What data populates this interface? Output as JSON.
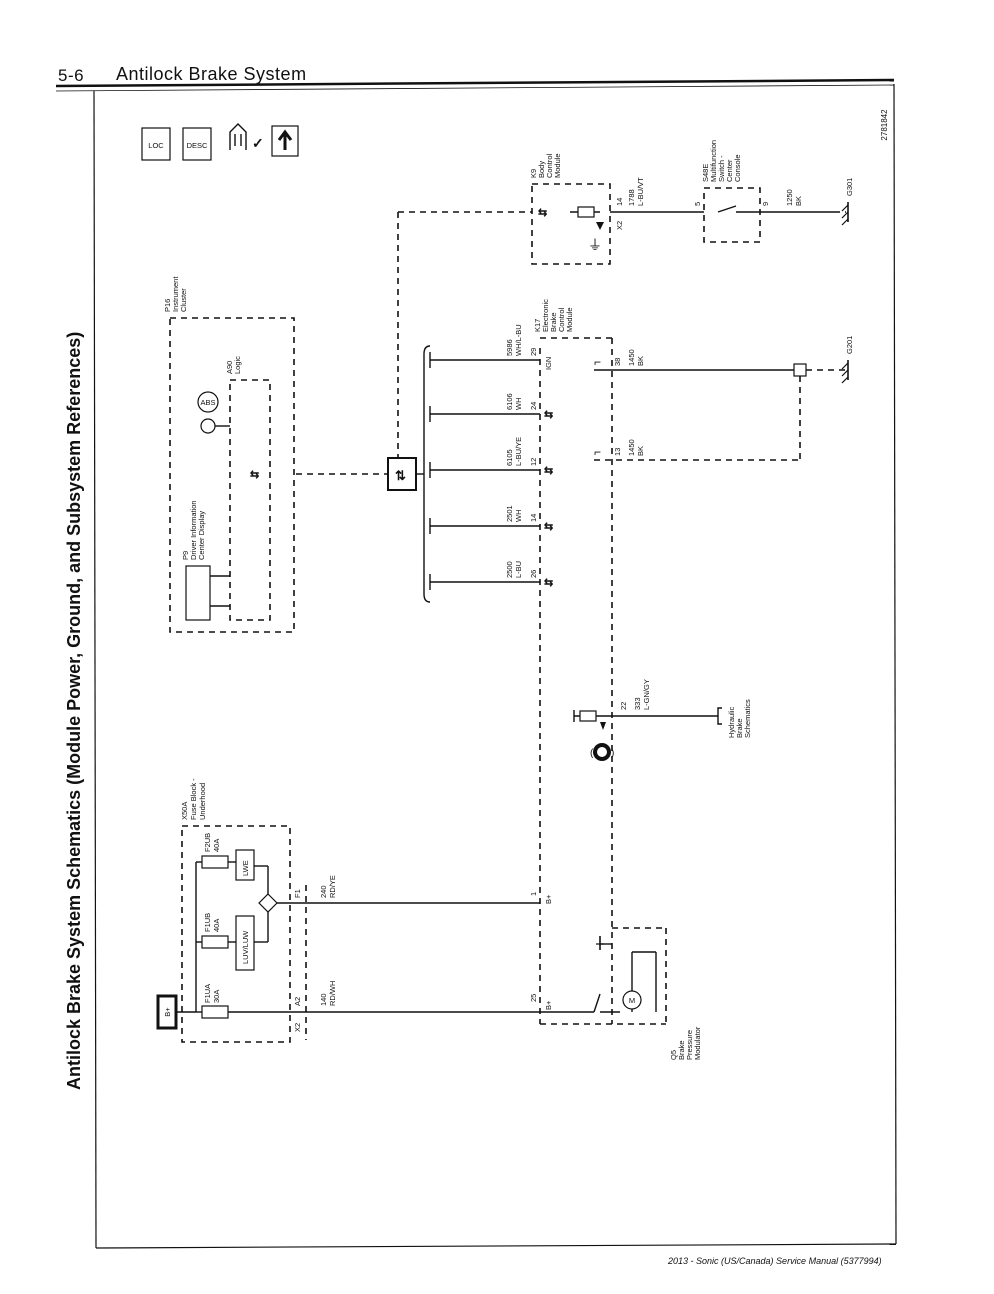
{
  "header": {
    "page_number": "5-6",
    "section_title": "Antilock Brake System"
  },
  "diagram": {
    "title": "Antilock Brake System Schematics (Module Power, Ground, and Subsystem References)",
    "doc_number": "2781842",
    "icons": {
      "loc": "LOC",
      "desc": "DESC"
    },
    "battery": "B+",
    "fuse_block": {
      "id": "X50A",
      "name": [
        "Fuse Block -",
        "Underhood"
      ],
      "fuses": [
        {
          "id": "F1UA",
          "rating": "30A"
        },
        {
          "id": "F1UB",
          "rating": "40A"
        },
        {
          "id": "F2UB",
          "rating": "40A"
        }
      ],
      "relays": [
        "LUV/LUW",
        "LWE"
      ],
      "connectors": {
        "x2": "X2",
        "a2": "A2",
        "f1": "F1"
      }
    },
    "wires": {
      "w140": {
        "num": "140",
        "color": "RD/WH"
      },
      "w240": {
        "num": "240",
        "color": "RD/YE"
      },
      "w5986": {
        "num": "5986",
        "color": "WH/L-BU"
      },
      "w6106": {
        "num": "6106",
        "color": "WH"
      },
      "w6105": {
        "num": "6105",
        "color": "L-BU/YE"
      },
      "w2501": {
        "num": "2501",
        "color": "WH"
      },
      "w2500": {
        "num": "2500",
        "color": "L-BU"
      },
      "w1450a": {
        "num": "1450",
        "color": "BK"
      },
      "w1450b": {
        "num": "1450",
        "color": "BK"
      },
      "w333": {
        "num": "333",
        "color": "L-GN/GY"
      },
      "w1788": {
        "num": "1788",
        "color": "L-BU/VT"
      },
      "w1250": {
        "num": "1250",
        "color": "BK"
      }
    },
    "ebcm": {
      "id": "K17",
      "name": [
        "Electronic",
        "Brake",
        "Control",
        "Module"
      ],
      "pins": {
        "p25": "25",
        "p1": "1",
        "p29": "29",
        "p24": "24",
        "p12": "12",
        "p14": "14",
        "p26": "26",
        "p38": "38",
        "p13": "13",
        "p22": "22"
      },
      "labels": {
        "bplus1": "B+",
        "bplus2": "B+",
        "ign": "IGN"
      }
    },
    "modulator": {
      "id": "Q5",
      "name": [
        "Brake",
        "Pressure",
        "Modulator"
      ],
      "motor": "M"
    },
    "cluster": {
      "id": "P16",
      "name": [
        "Instrument",
        "Cluster"
      ]
    },
    "dic": {
      "id": "P9",
      "name": [
        "Driver Information",
        "Center Display"
      ]
    },
    "logic": {
      "id": "A90",
      "name": [
        "Logic"
      ]
    },
    "abs_lamp": "ABS",
    "bcm": {
      "id": "K9",
      "name": [
        "Body",
        "Control",
        "Module"
      ],
      "connector": "X2",
      "pin": "14"
    },
    "switch": {
      "id": "S48E",
      "name": [
        "Multifunction",
        "Switch -",
        "Center",
        "Console"
      ],
      "pin_in": "5",
      "pin_out": "9"
    },
    "grounds": [
      "G301",
      "G201"
    ],
    "hydraulic": [
      "Hydraulic",
      "Brake",
      "Schematics"
    ]
  },
  "footer": "2013 - Sonic (US/Canada) Service Manual (5377994)"
}
